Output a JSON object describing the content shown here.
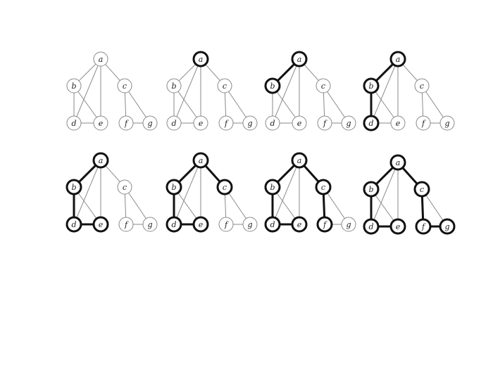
{
  "graph": {
    "nodes": [
      {
        "id": "a",
        "label": "a"
      },
      {
        "id": "b",
        "label": "b"
      },
      {
        "id": "c",
        "label": "c"
      },
      {
        "id": "d",
        "label": "d"
      },
      {
        "id": "e",
        "label": "e"
      },
      {
        "id": "f",
        "label": "f"
      },
      {
        "id": "g",
        "label": "g"
      }
    ],
    "edges": [
      [
        "a",
        "b"
      ],
      [
        "a",
        "d"
      ],
      [
        "a",
        "e"
      ],
      [
        "a",
        "c"
      ],
      [
        "b",
        "d"
      ],
      [
        "b",
        "e"
      ],
      [
        "d",
        "e"
      ],
      [
        "c",
        "f"
      ],
      [
        "c",
        "g"
      ],
      [
        "f",
        "g"
      ]
    ]
  },
  "steps": [
    {
      "nodes": [],
      "edges": []
    },
    {
      "nodes": [
        "a"
      ],
      "edges": []
    },
    {
      "nodes": [
        "a",
        "b"
      ],
      "edges": [
        [
          "a",
          "b"
        ]
      ]
    },
    {
      "nodes": [
        "a",
        "b",
        "d"
      ],
      "edges": [
        [
          "a",
          "b"
        ],
        [
          "b",
          "d"
        ]
      ]
    },
    {
      "nodes": [
        "a",
        "b",
        "d",
        "e"
      ],
      "edges": [
        [
          "a",
          "b"
        ],
        [
          "b",
          "d"
        ],
        [
          "d",
          "e"
        ]
      ]
    },
    {
      "nodes": [
        "a",
        "b",
        "d",
        "e",
        "c"
      ],
      "edges": [
        [
          "a",
          "b"
        ],
        [
          "b",
          "d"
        ],
        [
          "d",
          "e"
        ],
        [
          "a",
          "c"
        ]
      ]
    },
    {
      "nodes": [
        "a",
        "b",
        "d",
        "e",
        "c",
        "f"
      ],
      "edges": [
        [
          "a",
          "b"
        ],
        [
          "b",
          "d"
        ],
        [
          "d",
          "e"
        ],
        [
          "a",
          "c"
        ],
        [
          "c",
          "f"
        ]
      ]
    },
    {
      "nodes": [
        "a",
        "b",
        "d",
        "e",
        "c",
        "f",
        "g"
      ],
      "edges": [
        [
          "a",
          "b"
        ],
        [
          "b",
          "d"
        ],
        [
          "d",
          "e"
        ],
        [
          "a",
          "c"
        ],
        [
          "c",
          "f"
        ],
        [
          "f",
          "g"
        ]
      ]
    }
  ],
  "colors": {
    "faint": "#8a8a8a",
    "bold": "#111111",
    "fill": "#ffffff"
  }
}
